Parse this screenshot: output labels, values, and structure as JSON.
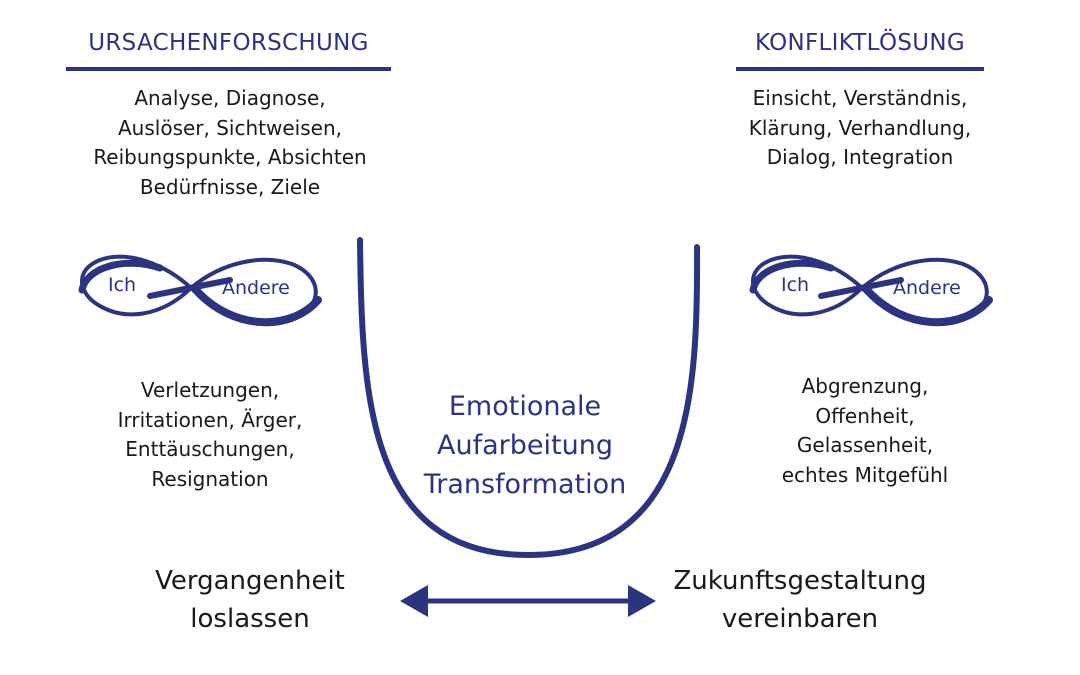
{
  "left": {
    "heading": "URSACHENFORSCHUNG",
    "top_lines": [
      "Analyse, Diagnose,",
      "Auslöser, Sichtweisen,",
      "Reibungspunkte, Absichten",
      "Bedürfnisse, Ziele"
    ],
    "infinity": {
      "left_label": "Ich",
      "right_label": "Andere"
    },
    "bottom_lines": [
      "Verletzungen,",
      "Irritationen, Ärger,",
      "Enttäuschungen,",
      "Resignation"
    ]
  },
  "right": {
    "heading": "KONFLIKTLÖSUNG",
    "top_lines": [
      "Einsicht, Verständnis,",
      "Klärung, Verhandlung,",
      "Dialog, Integration"
    ],
    "infinity": {
      "left_label": "Ich",
      "right_label": "Andere"
    },
    "bottom_lines": [
      "Abgrenzung,",
      "Offenheit,",
      "Gelassenheit,",
      "echtes Mitgefühl"
    ]
  },
  "center": {
    "lines": [
      "Emotionale",
      "Aufarbeitung",
      "Transformation"
    ]
  },
  "bottom": {
    "left_lines": [
      "Vergangenheit",
      "loslassen"
    ],
    "right_lines": [
      "Zukunftsgestaltung",
      "vereinbaren"
    ]
  },
  "colors": {
    "accent": "#2a3480",
    "text": "#1a1a1a"
  }
}
